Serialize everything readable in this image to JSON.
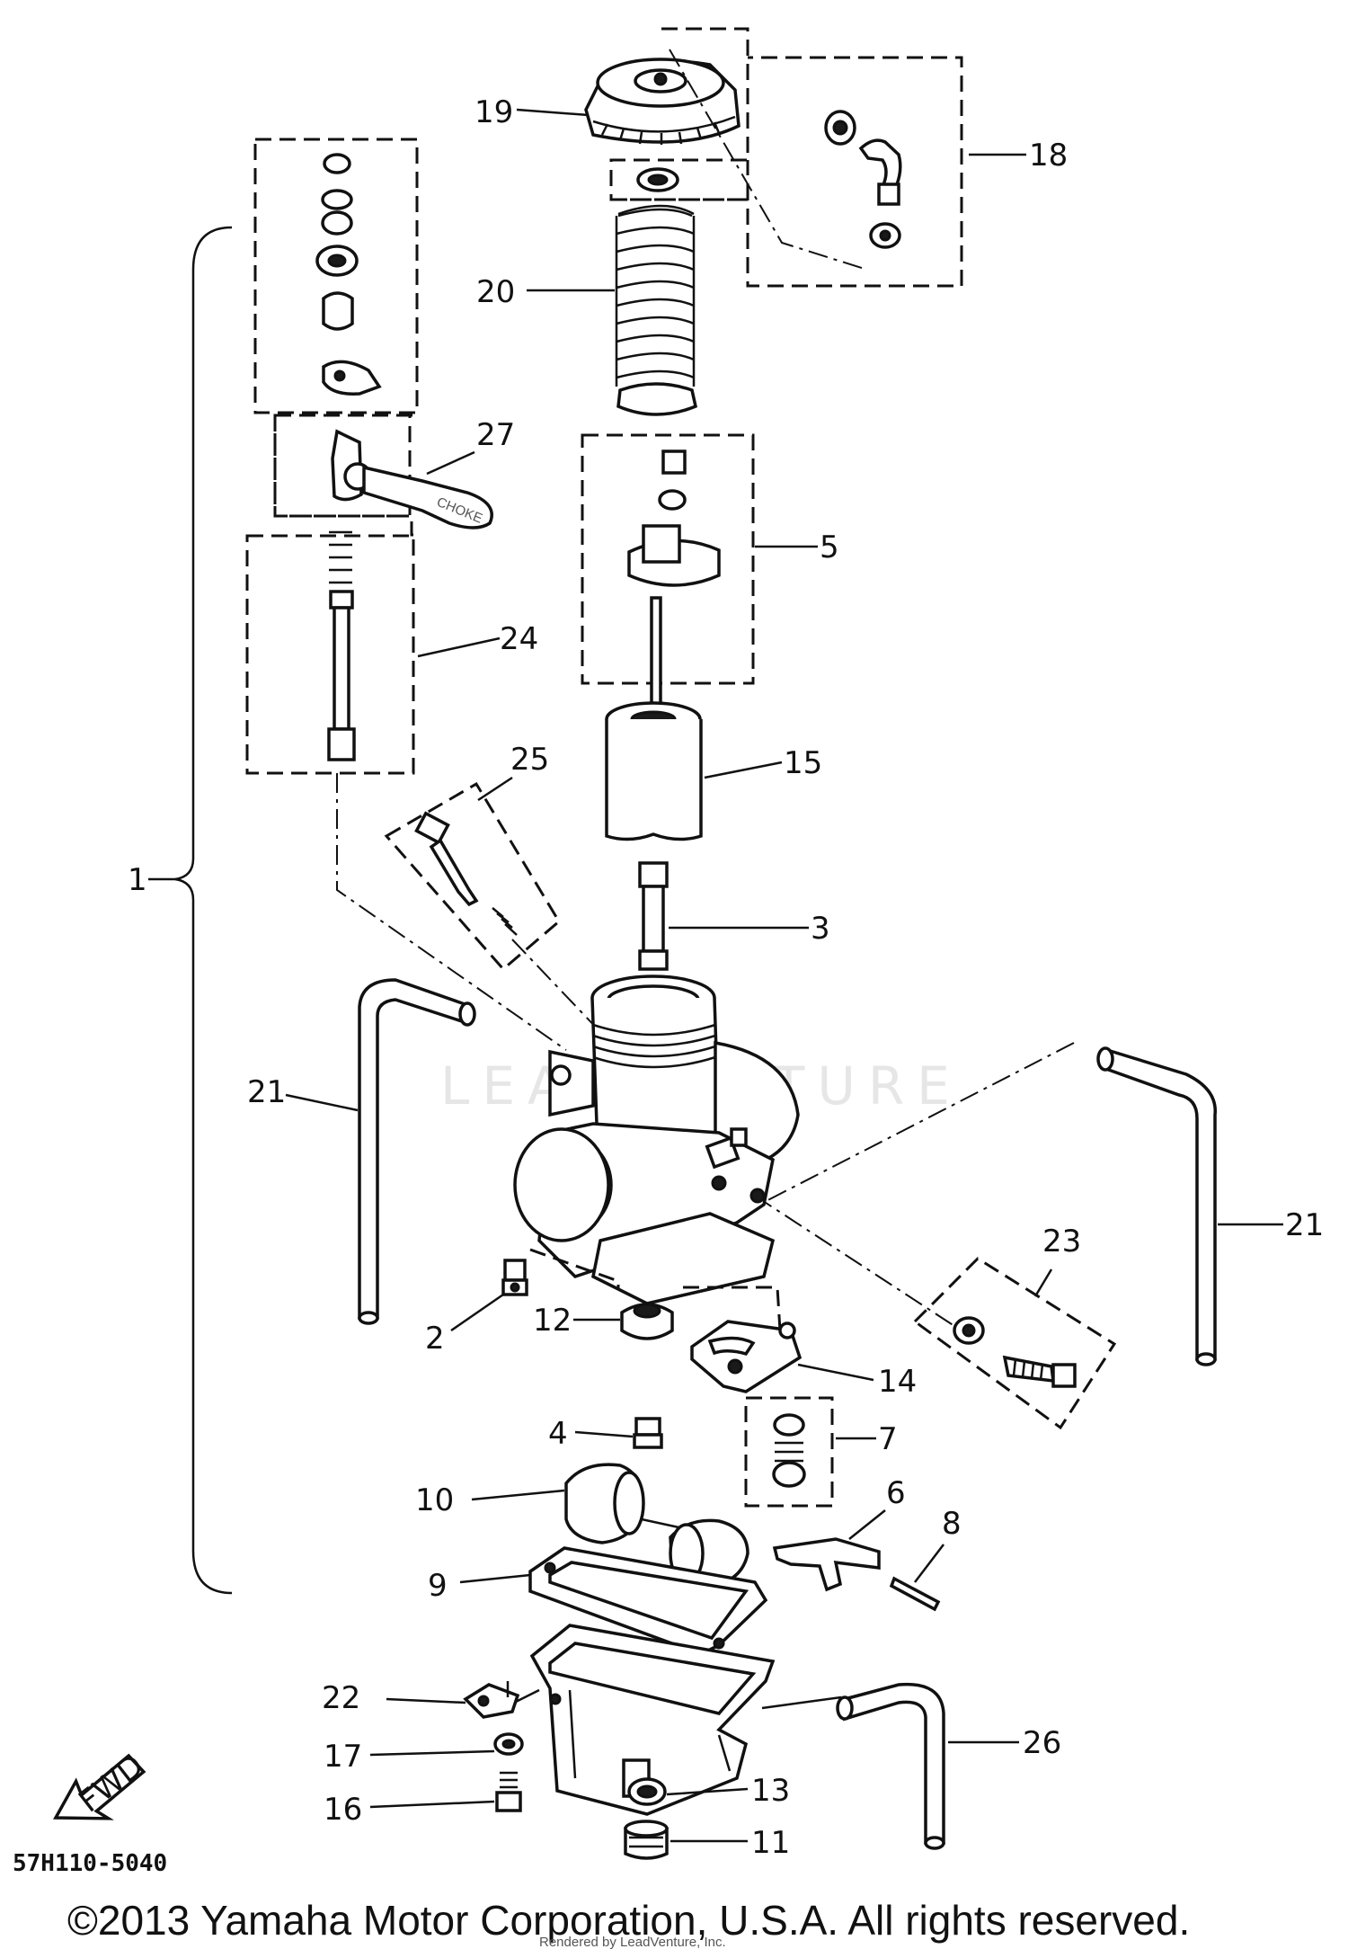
{
  "diagram": {
    "part_numbers": {
      "p1": "1",
      "p2": "2",
      "p3": "3",
      "p4": "4",
      "p5": "5",
      "p6": "6",
      "p7": "7",
      "p8": "8",
      "p9": "9",
      "p10": "10",
      "p11": "11",
      "p12": "12",
      "p13": "13",
      "p14": "14",
      "p15": "15",
      "p16": "16",
      "p17": "17",
      "p18": "18",
      "p19": "19",
      "p20": "20",
      "p21a": "21",
      "p21b": "21",
      "p22": "22",
      "p23": "23",
      "p24": "24",
      "p25": "25",
      "p26": "26",
      "p27": "27"
    },
    "fwd_arrow": "FWD",
    "choke_label": "CHOKE",
    "drawing_code": "57H110-5040",
    "watermark": "LEADVENTURE",
    "copyright": "©2013 Yamaha Motor Corporation, U.S.A. All rights reserved.",
    "rendered_by": "Rendered by LeadVenture, Inc."
  }
}
